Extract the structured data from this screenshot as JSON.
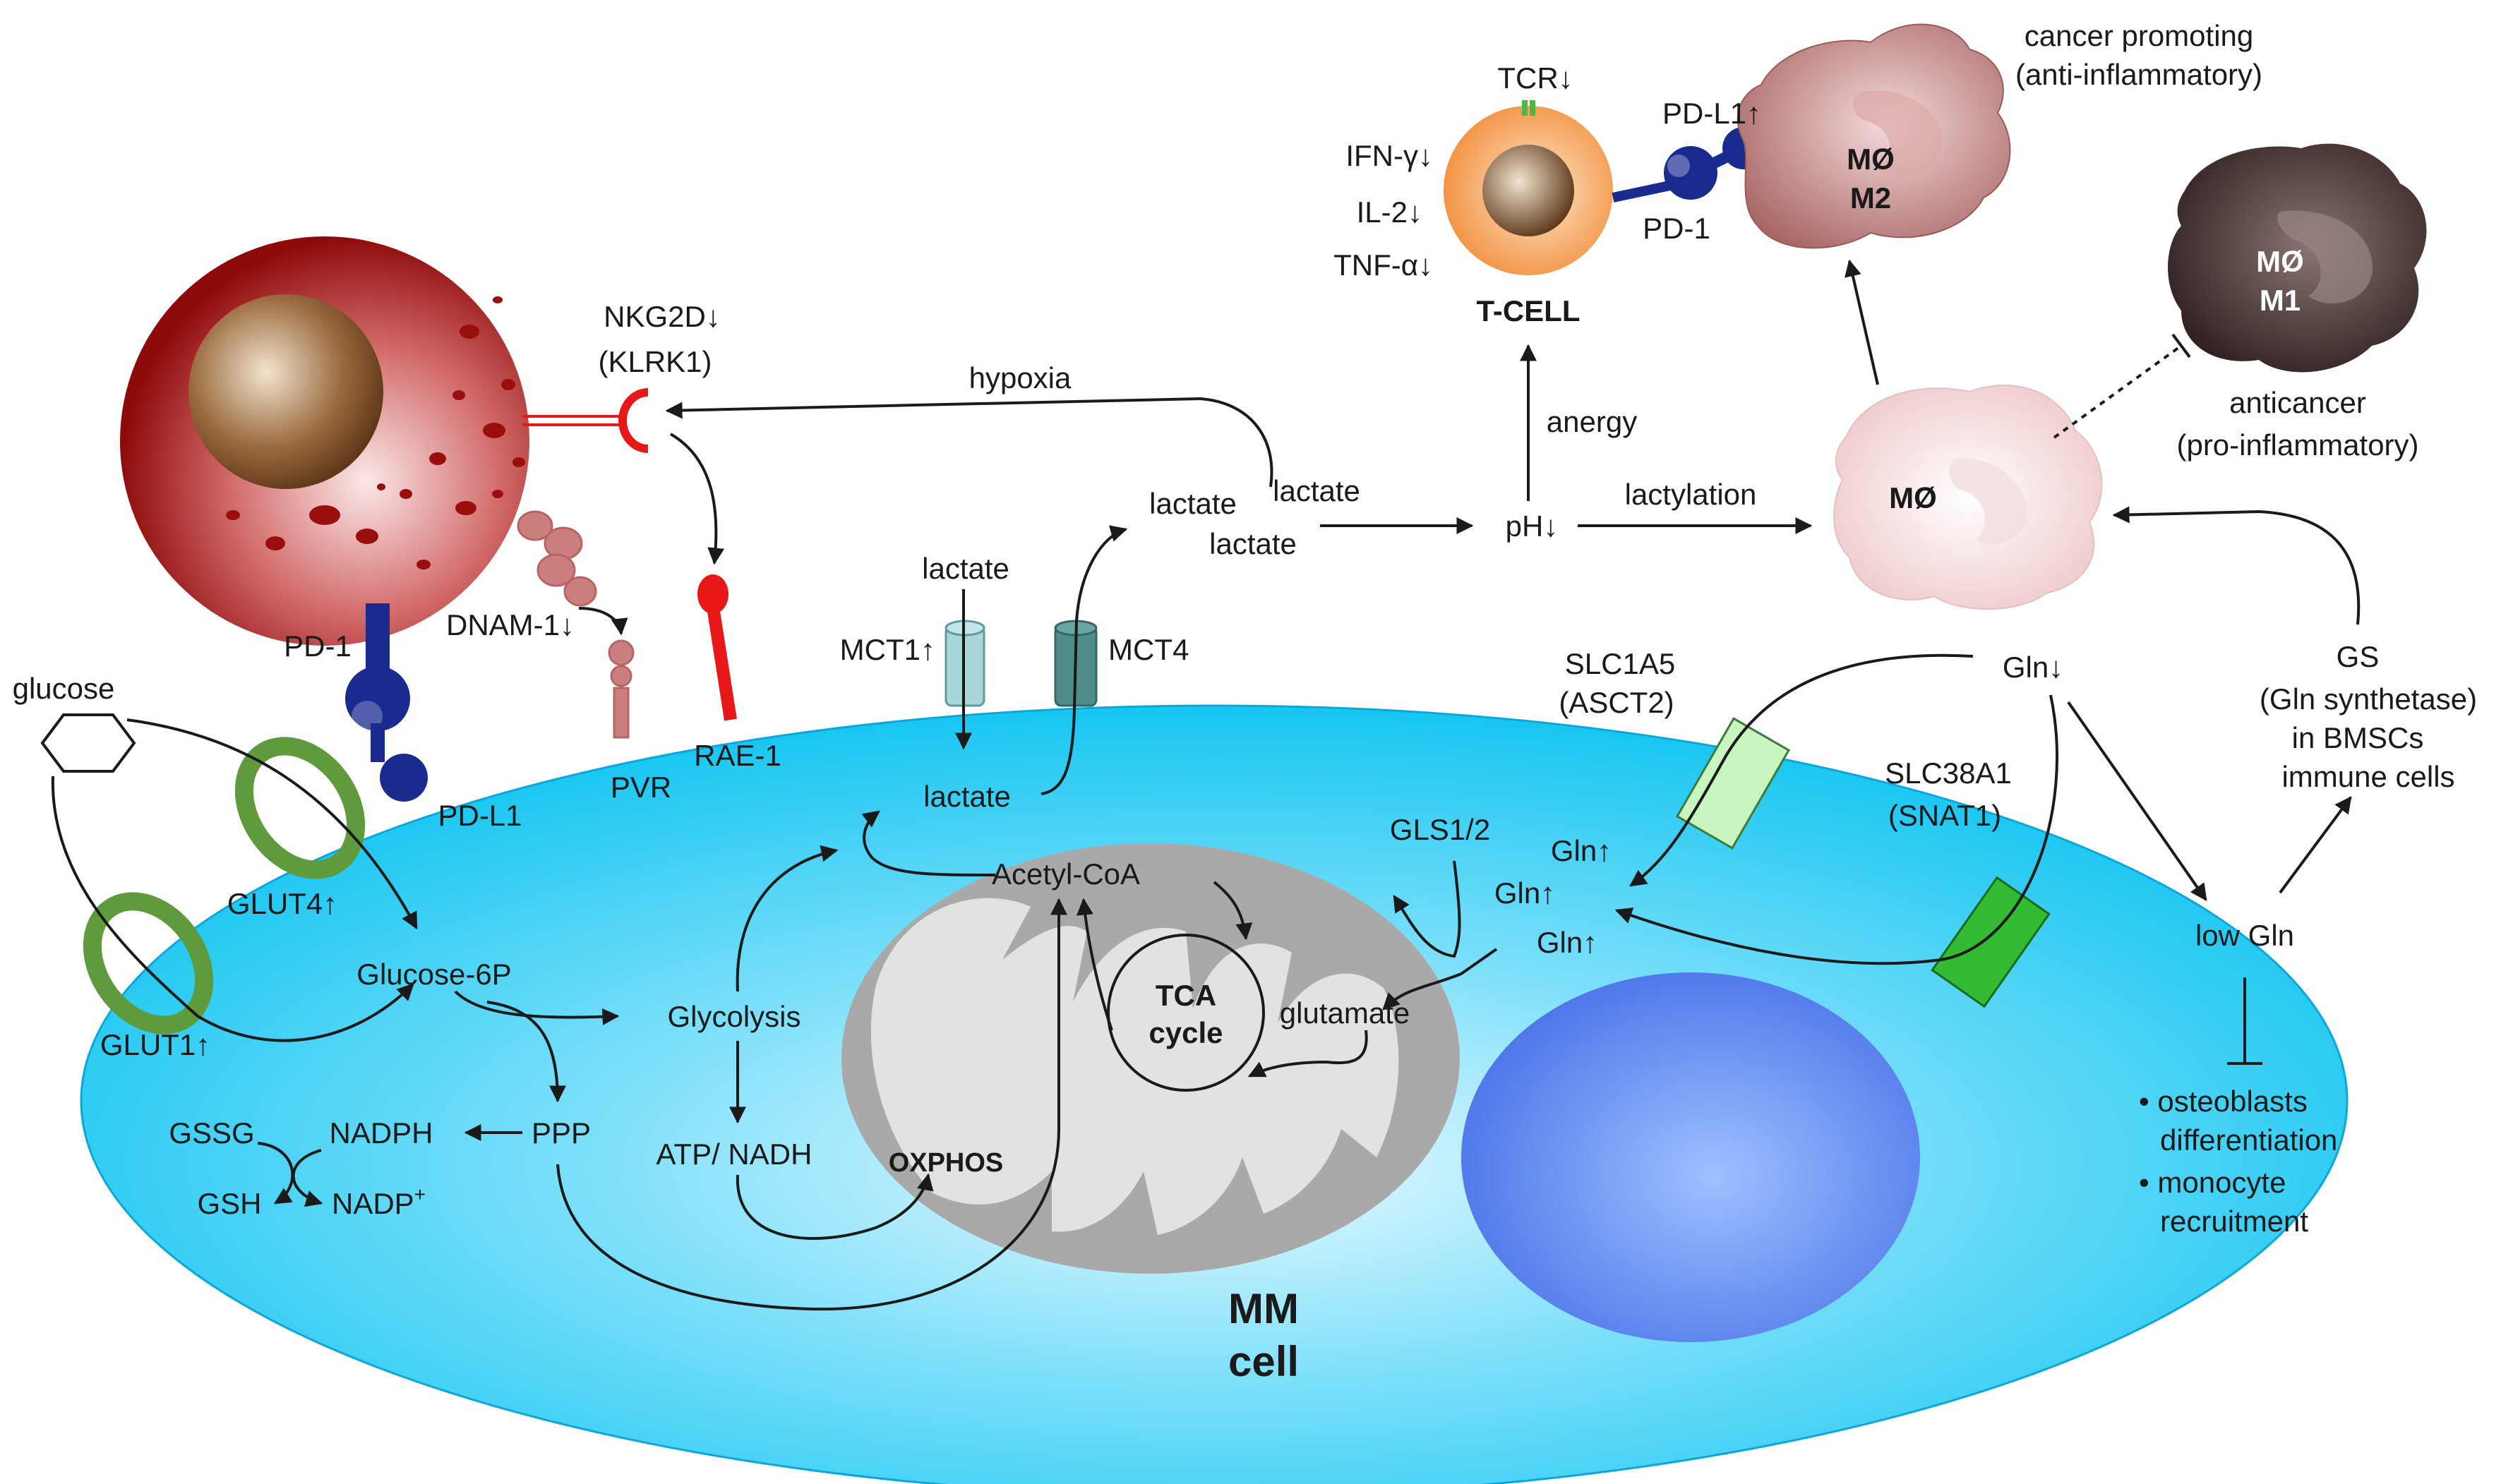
{
  "colors": {
    "cytoplasm": "#10c4f0",
    "nucleus": "#5a84f0",
    "mitochondrion": "#a7a7a7",
    "nk_cell": "#a80f0f",
    "nk_nucleus": "#7a4a22",
    "t_cell": "#f59a4a",
    "macrophage_m2": "#b87a78",
    "macrophage_m1": "#3a2a29",
    "macrophage_m0": "#f2d8d8",
    "pd1_pdl1": "#1a2a8e",
    "glut": "#5f9a3c",
    "rae1": "#e81818",
    "pvr": "#cc7f7f",
    "mct": "#5d9c9c",
    "asct2": "#c8f4c0",
    "snat1": "#33bb33"
  },
  "labels": {
    "mm_cell_line1": "MM",
    "mm_cell_line2": "cell",
    "t_cell": "T-CELL",
    "tcr": "TCR↓",
    "ifn": "IFN-γ↓",
    "il2": "IL-2↓",
    "tnf": "TNF-α↓",
    "pdl1_m2": "PD-L1↑",
    "pd1_m2": "PD-1",
    "m2_line1": "MØ",
    "m2_line2": "M2",
    "cancer_promoting": "cancer promoting",
    "anti_inflammatory": "(anti-inflammatory)",
    "m1_line1": "MØ",
    "m1_line2": "M1",
    "anticancer": "anticancer",
    "pro_inflammatory": "(pro-inflammatory)",
    "m0": "MØ",
    "nkg2d": "NKG2D↓",
    "klrk1": "(KLRK1)",
    "hypoxia": "hypoxia",
    "anergy": "anergy",
    "lactylation": "lactylation",
    "ph": "pH↓",
    "lactate_out1": "lactate",
    "lactate_out2": "lactate",
    "lactate_out3": "lactate",
    "lactate_top": "lactate",
    "lactate_in": "lactate",
    "mct1": "MCT1↑",
    "mct4": "MCT4",
    "pd1_nk": "PD-1",
    "pdl1_mm": "PD-L1",
    "dnam1": "DNAM-1↓",
    "pvr": "PVR",
    "rae1": "RAE-1",
    "glucose": "glucose",
    "glut4": "GLUT4↑",
    "glut1": "GLUT1↑",
    "glucose6p": "Glucose-6P",
    "glycolysis": "Glycolysis",
    "ppp": "PPP",
    "nadph": "NADPH",
    "gssg": "GSSG",
    "gsh": "GSH",
    "nadp": "NADP",
    "nadp_sup": "+",
    "atp_nadh": "ATP/ NADH",
    "oxphos": "OXPHOS",
    "acetyl_coa": "Acetyl-CoA",
    "tca_line1": "TCA",
    "tca_line2": "cycle",
    "glutamate": "glutamate",
    "gls": "GLS1/2",
    "gln_up1": "Gln↑",
    "gln_up2": "Gln↑",
    "gln_up3": "Gln↑",
    "slc1a5": "SLC1A5",
    "asct2": "(ASCT2)",
    "slc38a1": "SLC38A1",
    "snat1": "(SNAT1)",
    "gln_down": "Gln↓",
    "low_gln": "low Gln",
    "gs_line1": "GS",
    "gs_line2": "(Gln synthetase)",
    "gs_line3": "in BMSCs",
    "gs_line4": "immune cells",
    "bullet1_line1": "• osteoblasts",
    "bullet1_line2": "differentiation",
    "bullet2_line1": "• monocyte",
    "bullet2_line2": "recruitment"
  }
}
